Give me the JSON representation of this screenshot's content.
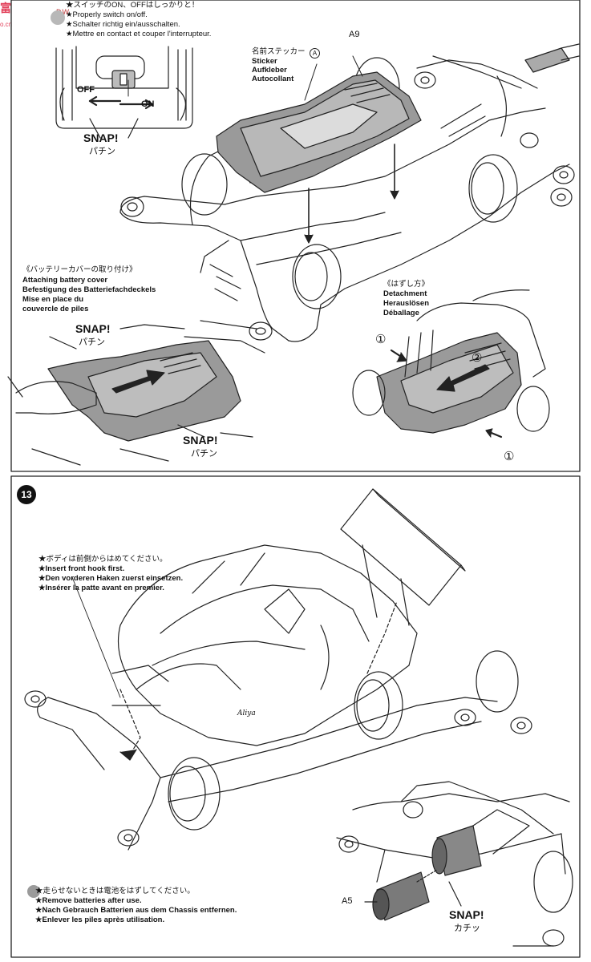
{
  "watermark": {
    "logo": "富",
    "site": "DW",
    "domain": "o.cn"
  },
  "switch_note": {
    "jp": "★スイッチのON、OFFはしっかりと！",
    "en": "★Properly switch on/off.",
    "de": "★Schalter richtig ein/ausschalten.",
    "fr": "★Mettre en contact et couper l'interrupteur."
  },
  "switch": {
    "off": "OFF",
    "on": "ON",
    "snap": "SNAP!",
    "snap_jp": "パチン"
  },
  "sticker": {
    "part": "A9",
    "jp": "名前ステッカー",
    "en": "Sticker",
    "de": "Aufkleber",
    "fr": "Autocollant",
    "marker": "A"
  },
  "attach": {
    "jp": "《バッテリーカバーの取り付け》",
    "en": "Attaching battery cover",
    "de": "Befestigung des Batteriefachdeckels",
    "fr1": "Mise en place du",
    "fr2": "couvercle de piles",
    "snap1": "SNAP!",
    "snap1_jp": "パチン",
    "snap2": "SNAP!",
    "snap2_jp": "パチン"
  },
  "detach": {
    "jp": "《はずし方》",
    "en": "Detachment",
    "de": "Herauslösen",
    "fr": "Déballage",
    "step1a": "①",
    "step2": "②",
    "step1b": "①"
  },
  "step13": {
    "number": "13",
    "body_note": {
      "jp": "★ボディは前側からはめてください。",
      "en": "★Insert front hook first.",
      "de": "★Den vorderen Haken zuerst einsetzen.",
      "fr": "★Insérer la patte avant en premier."
    },
    "battery_note": {
      "jp": "★走らせないときは電池をはずしてください。",
      "en": "★Remove batteries after use.",
      "de": "★Nach Gebrauch Batterien aus dem Chassis entfernen.",
      "fr": "★Enlever les piles après utilisation."
    },
    "part": "A5",
    "snap": "SNAP!",
    "snap_jp": "カチッ",
    "logo": "Aliya"
  }
}
